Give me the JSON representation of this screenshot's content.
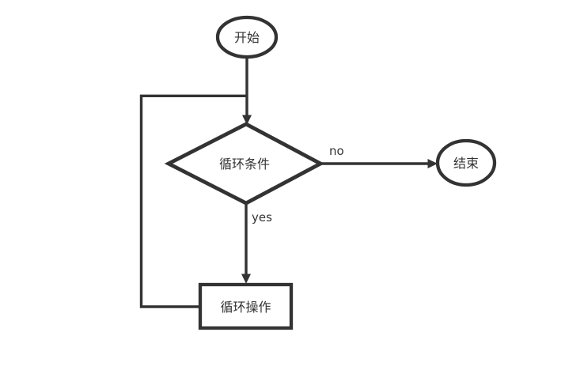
{
  "diagram": {
    "type": "flowchart",
    "background_color": "#ffffff",
    "stroke_color": "#333333",
    "text_color": "#333333",
    "nodes": [
      {
        "id": "start",
        "shape": "ellipse",
        "label": "开始"
      },
      {
        "id": "loop-condition",
        "shape": "diamond",
        "label": "循环条件"
      },
      {
        "id": "end",
        "shape": "ellipse",
        "label": "结束"
      },
      {
        "id": "loop-operation",
        "shape": "rectangle",
        "label": "循环操作"
      }
    ],
    "edges": [
      {
        "from": "start",
        "to": "loop-condition",
        "label": ""
      },
      {
        "from": "loop-condition",
        "to": "end",
        "label": "no"
      },
      {
        "from": "loop-condition",
        "to": "loop-operation",
        "label": "yes"
      },
      {
        "from": "loop-operation",
        "to": "loop-condition",
        "label": ""
      }
    ]
  }
}
